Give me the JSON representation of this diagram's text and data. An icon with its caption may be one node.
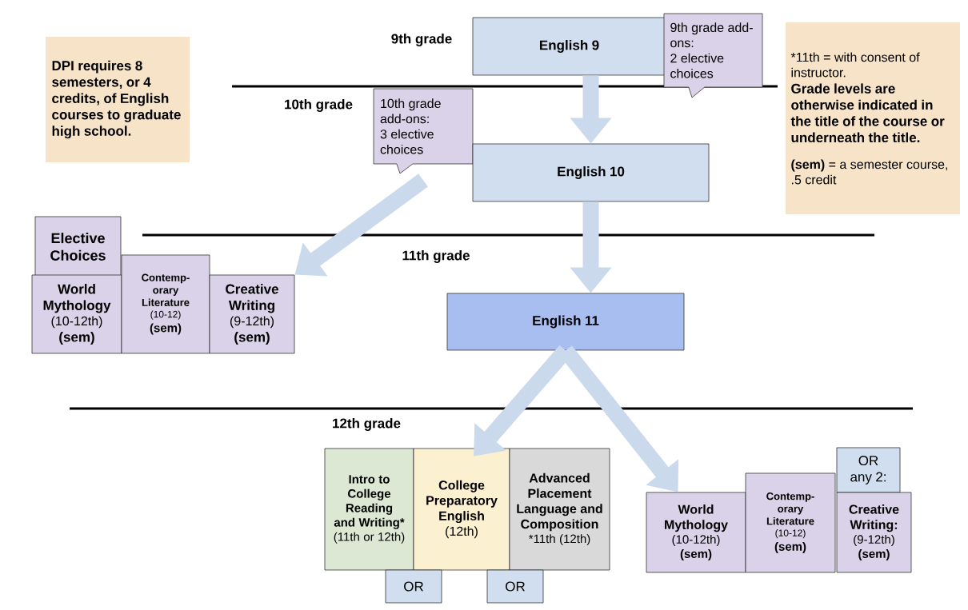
{
  "diagram": {
    "nodes": [
      {
        "text": [
          "DPI requires 8 semesters, or 4 credits, of English courses to graduate high school."
        ]
      },
      {
        "text": [
          "English 9"
        ]
      },
      {
        "text": [
          "9th grade add-ons:",
          "2 elective choices"
        ]
      },
      {
        "text": [
          "*11th = with consent of instructor.",
          "Grade levels are otherwise indicated in the title of the course or underneath the title.",
          "**(sem)** = a semester course, .5 credit"
        ]
      },
      {
        "text": [
          "10th grade add-ons:",
          "3 elective choices"
        ]
      },
      {
        "text": [
          "English 10"
        ]
      },
      {
        "text": [
          "Elective Choices"
        ]
      },
      {
        "text": [
          "World Mythology",
          "(10-12th)",
          "(sem)"
        ]
      },
      {
        "text": [
          "Contemp- orary Literature",
          "(10-12)",
          "(sem)"
        ]
      },
      {
        "text": [
          "Creative Writing",
          "(9-12th)",
          "(sem)"
        ]
      },
      {
        "text": [
          "English 11"
        ]
      },
      {
        "text": [
          "Intro to College Reading and Writing*",
          "(11th or 12th)"
        ]
      },
      {
        "text": [
          "College Preparatory English",
          "(12th)"
        ]
      },
      {
        "text": [
          "Advanced Placement Language and Composition",
          "*11th (12th)"
        ]
      },
      {
        "text": [
          "OR"
        ]
      },
      {
        "text": [
          "OR"
        ]
      },
      {
        "text": [
          "World Mythology",
          "(10-12th)",
          "(sem)"
        ]
      },
      {
        "text": [
          "Contemp- orary Literature",
          "(10-12)",
          "(sem)"
        ]
      },
      {
        "text": [
          "OR any 2:"
        ]
      },
      {
        "text": [
          "**Creative Writing**:",
          "(9-12th)",
          "(sem)"
        ]
      }
    ],
    "edges": [
      {
        "from": 1,
        "to": 5,
        "arrow": "to"
      },
      {
        "from": 4,
        "to": 9,
        "arrow": "to"
      },
      {
        "from": 5,
        "to": 10,
        "arrow": "to"
      },
      {
        "from": 10,
        "to": 12,
        "arrow": "to"
      },
      {
        "from": 10,
        "to": 16,
        "arrow": "to"
      }
    ],
    "labels": [
      "9th grade",
      "10th grade",
      "11th grade",
      "12th grade"
    ]
  }
}
